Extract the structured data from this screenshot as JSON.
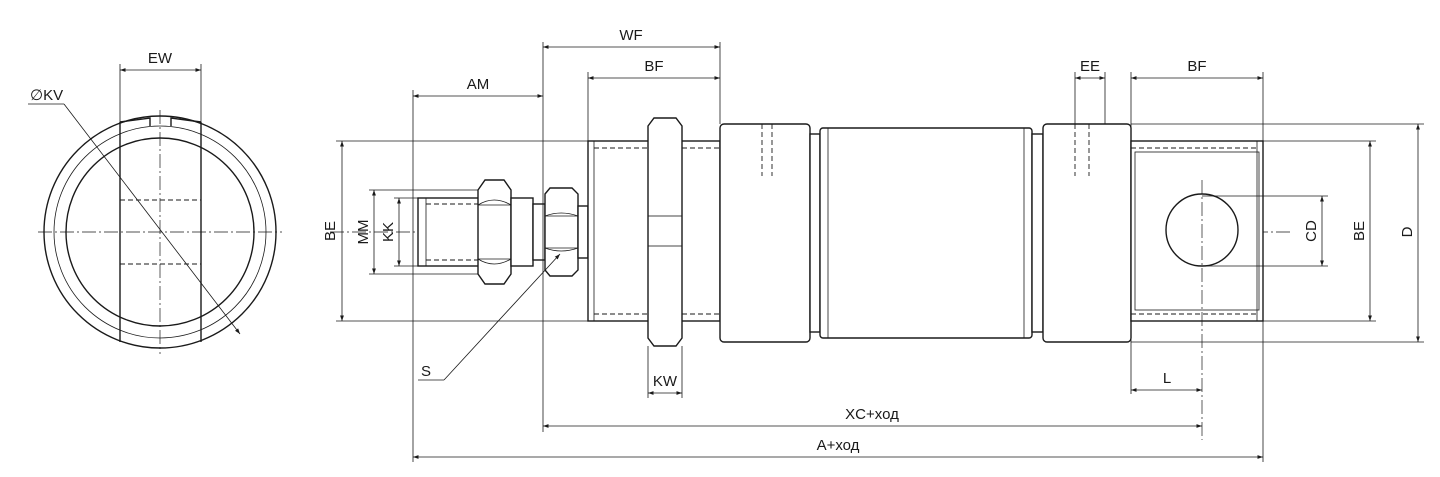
{
  "labels": {
    "ew": "EW",
    "kv": "∅KV",
    "wf": "WF",
    "am": "AM",
    "bf_front": "BF",
    "bf_rear": "BF",
    "ee": "EE",
    "be_left": "BE",
    "mm": "MM",
    "kk": "KK",
    "cd": "CD",
    "be_right": "BE",
    "d": "D",
    "s": "S",
    "kw": "KW",
    "l": "L",
    "xc": "XC+ход",
    "a": "A+ход"
  }
}
